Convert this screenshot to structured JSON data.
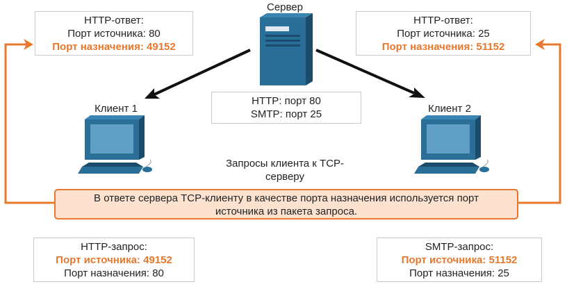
{
  "server": {
    "title": "Сервер",
    "ports": [
      "HTTP: порт 80",
      "SMTP: порт 25"
    ]
  },
  "client1": {
    "title": "Клиент 1",
    "response": {
      "title": "HTTP-ответ:",
      "src": "Порт источника: 80",
      "dst": "Порт назначения: 49152"
    },
    "request": {
      "title": "HTTP-запрос:",
      "src": "Порт источника: 49152",
      "dst": "Порт назначения: 80"
    }
  },
  "client2": {
    "title": "Клиент 2",
    "response": {
      "title": "HTTP-ответ:",
      "src": "Порт источника: 25",
      "dst": "Порт назначения: 51152"
    },
    "request": {
      "title": "SMTP-запрос:",
      "src": "Порт источника: 51152",
      "dst": "Порт назначения: 25"
    }
  },
  "requests_caption": [
    "Запросы клиента к TCP-",
    "серверу"
  ],
  "note": [
    "В ответе сервера TCP-клиенту в качестве порта назначения используется порт",
    "источника из пакета запроса."
  ],
  "colors": {
    "accent": "#e8782d",
    "device": "#2a6f98",
    "device_dark": "#1b4c6b",
    "note_bg": "#fde3cf"
  }
}
